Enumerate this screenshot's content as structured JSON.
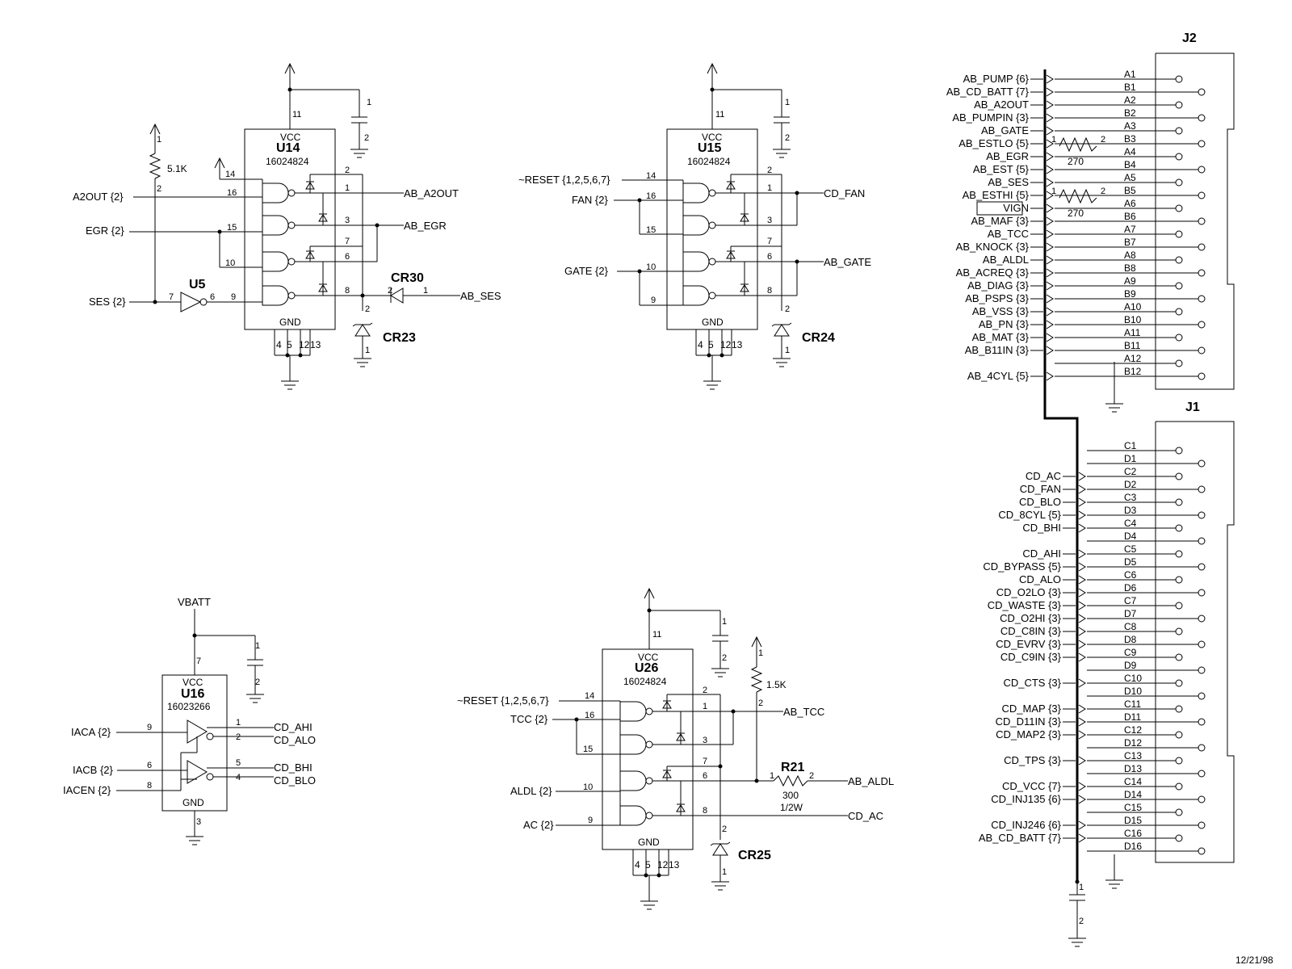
{
  "date": "12/21/98",
  "power": {
    "vbatt": "VBATT"
  },
  "u14": {
    "ref": "U14",
    "part": "16024824",
    "vcc": "VCC",
    "gnd": "GND",
    "pins": {
      "p11": "11",
      "p14": "14",
      "p16": "16",
      "p15": "15",
      "p10": "10",
      "p9": "9",
      "p2": "2",
      "p1": "1",
      "p3": "3",
      "p7": "7",
      "p6": "6",
      "p8": "8",
      "g4": "4",
      "g5": "5",
      "g12": "12",
      "g13": "13"
    },
    "nets": {
      "a2out_in": "A2OUT {2}",
      "egr_in": "EGR {2}",
      "ses_in": "SES {2}",
      "a2out_out": "AB_A2OUT",
      "egr_out": "AB_EGR",
      "ses_out": "AB_SES"
    }
  },
  "u5": {
    "ref": "U5",
    "pin_in": "7",
    "pin_out": "6"
  },
  "r_51k": {
    "value": "5.1K",
    "pin1": "1",
    "pin2": "2"
  },
  "cr30": {
    "ref": "CR30",
    "pin2": "2",
    "pin1": "1"
  },
  "cr23": {
    "ref": "CR23",
    "pin2": "2",
    "pin1": "1"
  },
  "c_u14": {
    "pin1": "1",
    "pin2": "2"
  },
  "u15": {
    "ref": "U15",
    "part": "16024824",
    "vcc": "VCC",
    "gnd": "GND",
    "pins": {
      "p11": "11",
      "p14": "14",
      "p16": "16",
      "p15": "15",
      "p10": "10",
      "p9": "9",
      "p2": "2",
      "p1": "1",
      "p3": "3",
      "p7": "7",
      "p6": "6",
      "p8": "8",
      "g4": "4",
      "g5": "5",
      "g12": "12",
      "g13": "13"
    },
    "nets": {
      "reset_in": "~RESET {1,2,5,6,7}",
      "fan_in": "FAN {2}",
      "gate_in": "GATE {2}",
      "fan_out": "CD_FAN",
      "gate_out": "AB_GATE"
    }
  },
  "cr24": {
    "ref": "CR24",
    "pin2": "2",
    "pin1": "1"
  },
  "c_u15": {
    "pin1": "1",
    "pin2": "2"
  },
  "u16": {
    "ref": "U16",
    "part": "16023266",
    "vcc": "VCC",
    "gnd": "GND",
    "pins": {
      "p7": "7",
      "p3": "3",
      "p9": "9",
      "p6": "6",
      "p8": "8",
      "p1": "1",
      "p2": "2",
      "p5": "5",
      "p4": "4"
    },
    "nets": {
      "iaca": "IACA {2}",
      "iacb": "IACB {2}",
      "iacen": "IACEN {2}",
      "ahi": "CD_AHI",
      "alo": "CD_ALO",
      "bhi": "CD_BHI",
      "blo": "CD_BLO"
    }
  },
  "c_u16": {
    "pin1": "1",
    "pin2": "2"
  },
  "u26": {
    "ref": "U26",
    "part": "16024824",
    "vcc": "VCC",
    "gnd": "GND",
    "pins": {
      "p11": "11",
      "p14": "14",
      "p16": "16",
      "p15": "15",
      "p10": "10",
      "p9": "9",
      "p2": "2",
      "p1": "1",
      "p3": "3",
      "p7": "7",
      "p6": "6",
      "p8": "8",
      "g4": "4",
      "g5": "5",
      "g12": "12",
      "g13": "13"
    },
    "nets": {
      "reset_in": "~RESET {1,2,5,6,7}",
      "tcc_in": "TCC {2}",
      "aldl_in": "ALDL {2}",
      "ac_in": "AC {2}",
      "tcc_out": "AB_TCC",
      "aldl_out": "AB_ALDL",
      "ac_out": "CD_AC"
    }
  },
  "r_15k": {
    "value": "1.5K",
    "pin1": "1",
    "pin2": "2"
  },
  "r21": {
    "ref": "R21",
    "value": "300",
    "rating": "1/2W",
    "pin1": "1",
    "pin2": "2"
  },
  "cr25": {
    "ref": "CR25",
    "pin2": "2",
    "pin1": "1"
  },
  "c_u26": {
    "pin1": "1",
    "pin2": "2"
  },
  "c_bus": {
    "pin1": "1",
    "pin2": "2"
  },
  "j2": {
    "ref": "J2",
    "pins_a": [
      "A1",
      "A2",
      "A3",
      "A4",
      "A5",
      "A6",
      "A7",
      "A8",
      "A9",
      "A10",
      "A11",
      "A12"
    ],
    "pins_b": [
      "B1",
      "B2",
      "B3",
      "B4",
      "B5",
      "B6",
      "B7",
      "B8",
      "B9",
      "B10",
      "B11",
      "B12"
    ],
    "nets": [
      "AB_PUMP {6}",
      "AB_CD_BATT {7}",
      "AB_A2OUT",
      "AB_PUMPIN {3}",
      "AB_GATE",
      "AB_ESTLO {5}",
      "AB_EGR",
      "AB_EST {5}",
      "AB_SES",
      "AB_ESTHI {5}",
      "VIGN",
      "AB_MAF {3}",
      "AB_TCC",
      "AB_KNOCK {3}",
      "AB_ALDL",
      "AB_ACREQ {3}",
      "AB_DIAG {3}",
      "AB_PSPS {3}",
      "AB_VSS {3}",
      "AB_PN {3}",
      "AB_MAT {3}",
      "AB_B11IN {3}",
      "AB_4CYL {5}"
    ],
    "r_lo": {
      "value": "270",
      "pin1": "1",
      "pin2": "2"
    },
    "r_hi": {
      "value": "270",
      "pin1": "1",
      "pin2": "2"
    }
  },
  "j1": {
    "ref": "J1",
    "pins_c": [
      "C1",
      "C2",
      "C3",
      "C4",
      "C5",
      "C6",
      "C7",
      "C8",
      "C9",
      "C10",
      "C11",
      "C12",
      "C13",
      "C14",
      "C15",
      "C16"
    ],
    "pins_d": [
      "D1",
      "D2",
      "D3",
      "D4",
      "D5",
      "D6",
      "D7",
      "D8",
      "D9",
      "D10",
      "D11",
      "D12",
      "D13",
      "D14",
      "D15",
      "D16"
    ],
    "nets": [
      "CD_AC",
      "CD_FAN",
      "CD_BLO",
      "CD_8CYL {5}",
      "CD_BHI",
      "CD_AHI",
      "CD_BYPASS {5}",
      "CD_ALO",
      "CD_O2LO {3}",
      "CD_WASTE {3}",
      "CD_O2HI {3}",
      "CD_C8IN {3}",
      "CD_EVRV {3}",
      "CD_C9IN {3}",
      "CD_CTS {3}",
      "CD_MAP {3}",
      "CD_D11IN {3}",
      "CD_MAP2 {3}",
      "CD_TPS {3}",
      "CD_VCC {7}",
      "CD_INJ135 {6}",
      "CD_INJ246 {6}",
      "AB_CD_BATT {7}"
    ]
  }
}
